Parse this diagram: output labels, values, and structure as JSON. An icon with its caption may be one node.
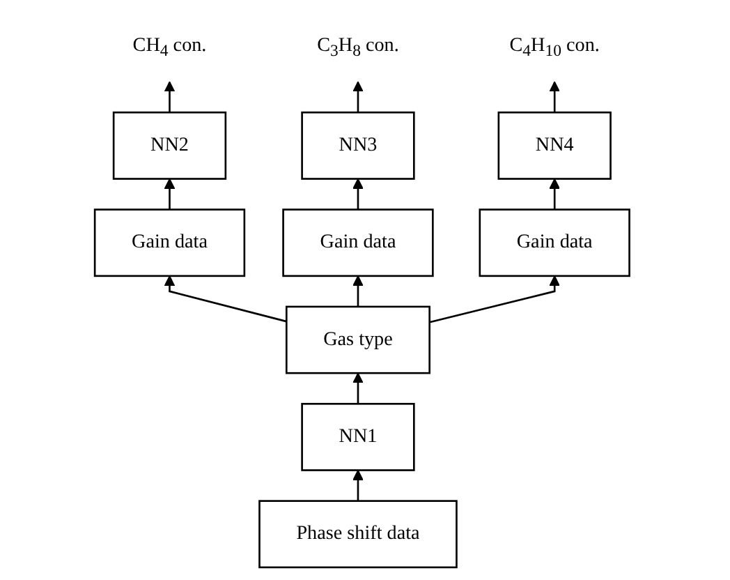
{
  "diagram": {
    "nodes": [
      {
        "text": [
          "CH$_{4}$ con."
        ]
      },
      {
        "text": [
          "C$_{3}$H$_{8}$ con."
        ]
      },
      {
        "text": [
          "C$_{4}$H$_{10}$ con."
        ]
      },
      {
        "text": [
          "NN2"
        ]
      },
      {
        "text": [
          "NN3"
        ]
      },
      {
        "text": [
          "NN4"
        ]
      },
      {
        "text": [
          "Gain data"
        ]
      },
      {
        "text": [
          "Gain data"
        ]
      },
      {
        "text": [
          "Gain data"
        ]
      },
      {
        "text": [
          "Gas type"
        ]
      },
      {
        "text": [
          "NN1"
        ]
      },
      {
        "text": [
          "Phase shift data"
        ]
      }
    ],
    "edges": [
      {
        "from": 11,
        "to": 10,
        "arrow": "to"
      },
      {
        "from": 10,
        "to": 9,
        "arrow": "to"
      },
      {
        "from": 9,
        "to": 6,
        "arrow": "to"
      },
      {
        "from": 9,
        "to": 7,
        "arrow": "to"
      },
      {
        "from": 9,
        "to": 8,
        "arrow": "to"
      },
      {
        "from": 6,
        "to": 3,
        "arrow": "to"
      },
      {
        "from": 7,
        "to": 4,
        "arrow": "to"
      },
      {
        "from": 8,
        "to": 5,
        "arrow": "to"
      },
      {
        "from": 3,
        "to": 0,
        "arrow": "to"
      },
      {
        "from": 4,
        "to": 1,
        "arrow": "to"
      },
      {
        "from": 5,
        "to": 2,
        "arrow": "to"
      }
    ]
  }
}
